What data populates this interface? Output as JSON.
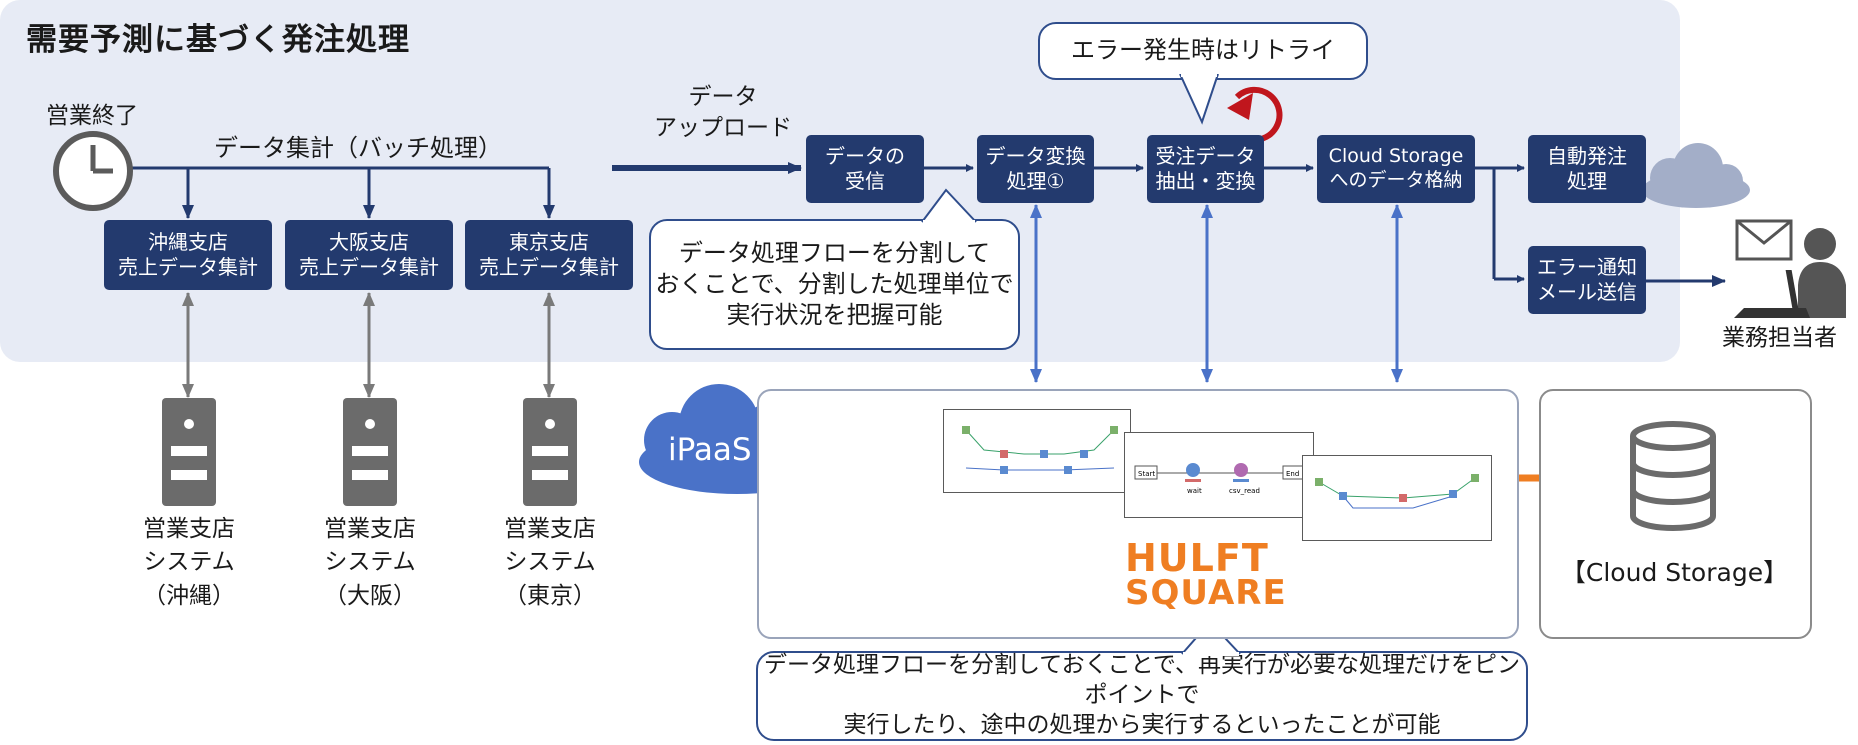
{
  "title": "需要予測に基づく発注処理",
  "clock_label": "営業終了",
  "batch_label": "データ集計（バッチ処理）",
  "upload_label": "データ\nアップロード",
  "branch_boxes": [
    "沖縄支店\n売上データ集計",
    "大阪支店\n売上データ集計",
    "東京支店\n売上データ集計"
  ],
  "flow_boxes": [
    "データの\n受信",
    "データ変換\n処理①",
    "受注データ\n抽出・変換",
    "Cloud Storage\nへのデータ格納",
    "自動発注\n処理",
    "エラー通知\nメール送信"
  ],
  "callout_retry": "エラー発生時はリトライ",
  "callout_split": "データ処理フローを分割して\nおくことで、分割した処理単位で\n実行状況を把握可能",
  "callout_bottom": "データ処理フローを分割しておくことで、再実行が必要な処理だけをピンポイントで\n実行したり、途中の処理から実行するといったことが可能",
  "server_labels": [
    "営業支店\nシステム\n（沖縄）",
    "営業支店\nシステム\n（大阪）",
    "営業支店\nシステム\n（東京）"
  ],
  "ipaas_label": "iPaaS",
  "logo_line1": "HULFT",
  "logo_line2": "SQUARE",
  "cloud_storage_label": "【Cloud Storage】",
  "person_label": "業務担当者",
  "shot_nodes": [
    "Start",
    "wait",
    "csv_read",
    "End"
  ],
  "colors": {
    "navy": "#233a6e",
    "band": "#e7ebf5",
    "accent": "#ef7e22",
    "ipaas": "#4a72c8",
    "line_blue": "#4a72c8",
    "retry": "#c0161d"
  },
  "icons": [
    "clock-icon",
    "server-icon",
    "cloud-icon",
    "document-icon",
    "database-icon",
    "envelope-icon",
    "person-laptop-icon",
    "retry-icon"
  ]
}
